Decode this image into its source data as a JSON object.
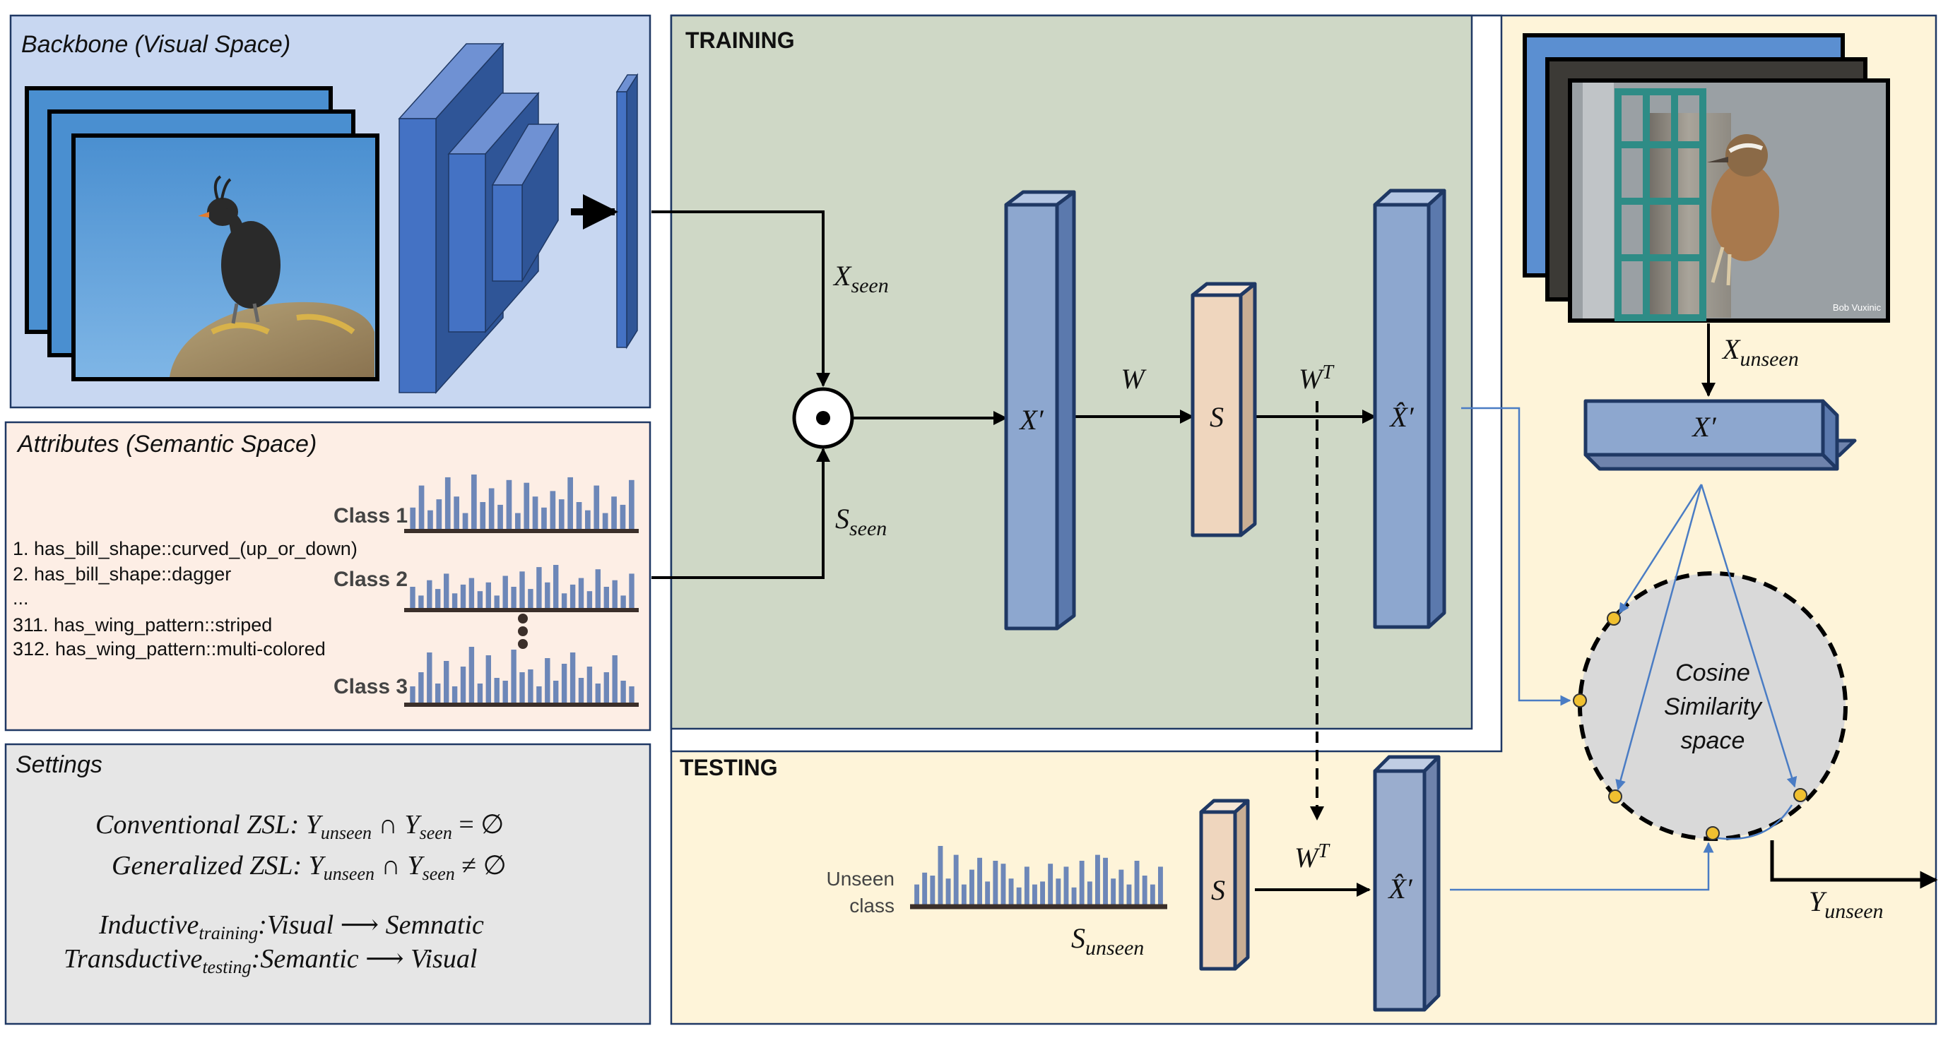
{
  "backbone": {
    "title": "Backbone (Visual Space)"
  },
  "attributes": {
    "title": "Attributes (Semantic Space)",
    "items": [
      "1. has_bill_shape::curved_(up_or_down)",
      "2.  has_bill_shape::dagger",
      "...",
      "311.  has_wing_pattern::striped",
      "312.  has_wing_pattern::multi-colored"
    ],
    "class_labels": [
      "Class 1",
      "Class 2",
      "Class 3"
    ],
    "class_bars": [
      [
        0.4,
        0.8,
        0.35,
        0.55,
        0.95,
        0.6,
        0.3,
        1.0,
        0.5,
        0.75,
        0.45,
        0.9,
        0.3,
        0.85,
        0.6,
        0.4,
        0.7,
        0.55,
        0.95,
        0.5,
        0.35,
        0.8,
        0.3,
        0.6,
        0.45,
        0.9
      ],
      [
        0.5,
        0.3,
        0.65,
        0.45,
        0.8,
        0.35,
        0.55,
        0.7,
        0.4,
        0.6,
        0.3,
        0.75,
        0.5,
        0.85,
        0.45,
        0.95,
        0.6,
        1.0,
        0.35,
        0.55,
        0.7,
        0.4,
        0.9,
        0.5,
        0.65,
        0.3,
        0.8
      ],
      [
        0.3,
        0.55,
        0.9,
        0.35,
        0.75,
        0.3,
        0.65,
        1.0,
        0.35,
        0.85,
        0.45,
        0.4,
        0.95,
        0.55,
        0.6,
        0.3,
        0.8,
        0.4,
        0.7,
        0.9,
        0.45,
        0.65,
        0.35,
        0.55,
        0.85,
        0.4,
        0.3
      ]
    ]
  },
  "settings": {
    "title": "Settings",
    "conventional": "Conventional ZSL",
    "generalized": "Generalized ZSL",
    "inductive": "Inductive",
    "inductive_sub": "training",
    "inductive_rel": ":Visual ⟶ Semnatic",
    "transductive": "Transductive",
    "transductive_sub": "testing",
    "transductive_rel": ":Semantic ⟶ Visual",
    "Y": "Y",
    "unseen": "unseen",
    "seen": "seen",
    "cap": "∩",
    "eq_empty": "= ∅",
    "neq_empty": "≠ ∅"
  },
  "training": {
    "title": "TRAINING",
    "x_seen_main": "X",
    "x_seen_sub": "seen",
    "s_seen_main": "S",
    "s_seen_sub": "seen",
    "xprime": "X′",
    "w": "W",
    "s": "S",
    "wt": "W",
    "wt_sup": "T",
    "xhat": "X̂′"
  },
  "testing": {
    "title": "TESTING",
    "unseen_line1": "Unseen",
    "unseen_line2": "class",
    "s_unseen_main": "S",
    "s_unseen_sub": "unseen",
    "unseen_bars": [
      0.35,
      0.55,
      0.5,
      1.0,
      0.45,
      0.85,
      0.35,
      0.6,
      0.8,
      0.4,
      0.75,
      0.7,
      0.45,
      0.3,
      0.65,
      0.35,
      0.4,
      0.7,
      0.45,
      0.65,
      0.3,
      0.75,
      0.4,
      0.85,
      0.8,
      0.45,
      0.6,
      0.35,
      0.75,
      0.5,
      0.35,
      0.65
    ],
    "s": "S",
    "wt": "W",
    "wt_sup": "T",
    "xhat": "X̂′"
  },
  "right": {
    "photo_credit": "Bob Vuxinic",
    "x_unseen_main": "X",
    "x_unseen_sub": "unseen",
    "xprime": "X′",
    "cosine_l1": "Cosine",
    "cosine_l2": "Similarity",
    "cosine_l3": "space",
    "y_unseen_main": "Y",
    "y_unseen_sub": "unseen"
  },
  "colors": {
    "backbone_bg": "#c8d7f1",
    "attributes_bg": "#fdeee5",
    "settings_bg": "#e6e6e6",
    "training_bg": "#cfd8c6",
    "testing_bg": "#fef4d9",
    "cnn_blue": "#4472c4",
    "tensor_blue": "#8da7cf",
    "s_peach": "#efd6be",
    "bar_blue": "#6d87b8",
    "edge_navy": "#1f3864",
    "link_blue": "#4a7cc4",
    "dot_gold": "#f0c030",
    "cosine_gray": "#d9d9d9"
  }
}
